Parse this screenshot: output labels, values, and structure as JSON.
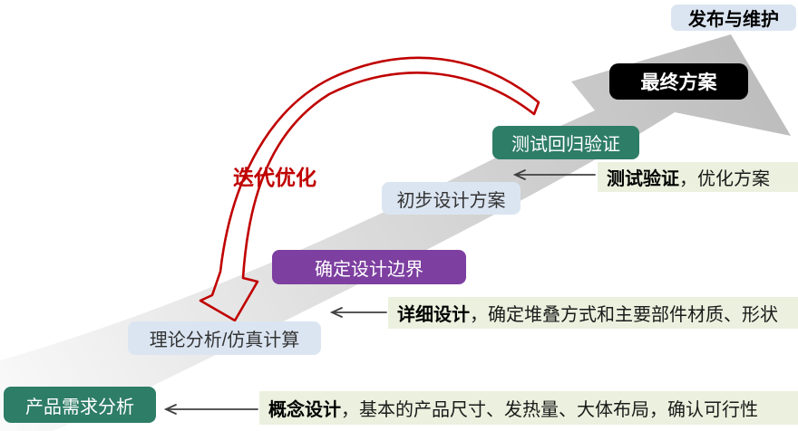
{
  "diagram": {
    "stages": [
      {
        "id": "release-maintain",
        "label": "发布与维护"
      },
      {
        "id": "final-plan",
        "label": "最终方案"
      },
      {
        "id": "test-regression",
        "label": "测试回归验证"
      },
      {
        "id": "preliminary-plan",
        "label": "初步设计方案"
      },
      {
        "id": "design-boundary",
        "label": "确定设计边界"
      },
      {
        "id": "theory-simulation",
        "label": "理论分析/仿真计算"
      },
      {
        "id": "requirement-analysis",
        "label": "产品需求分析"
      }
    ],
    "iteration_label": "迭代优化",
    "annotations": [
      {
        "action": "测试验证",
        "detail": "，优化方案"
      },
      {
        "action": "详细设计",
        "detail": "，确定堆叠方式和主要部件材质、形状"
      },
      {
        "action": "概念设计",
        "detail": "，基本的产品尺寸、发热量、大体布局，确认可行性"
      }
    ],
    "colors": {
      "stage_green": "#2e7d66",
      "stage_purple": "#7d3fa0",
      "stage_black": "#000000",
      "stage_light_blue": "#dbe5f2",
      "annotation_bg": "#ebf1de",
      "iteration_red": "#c00000",
      "process_arrow_gray": "#bdbdbd"
    }
  }
}
